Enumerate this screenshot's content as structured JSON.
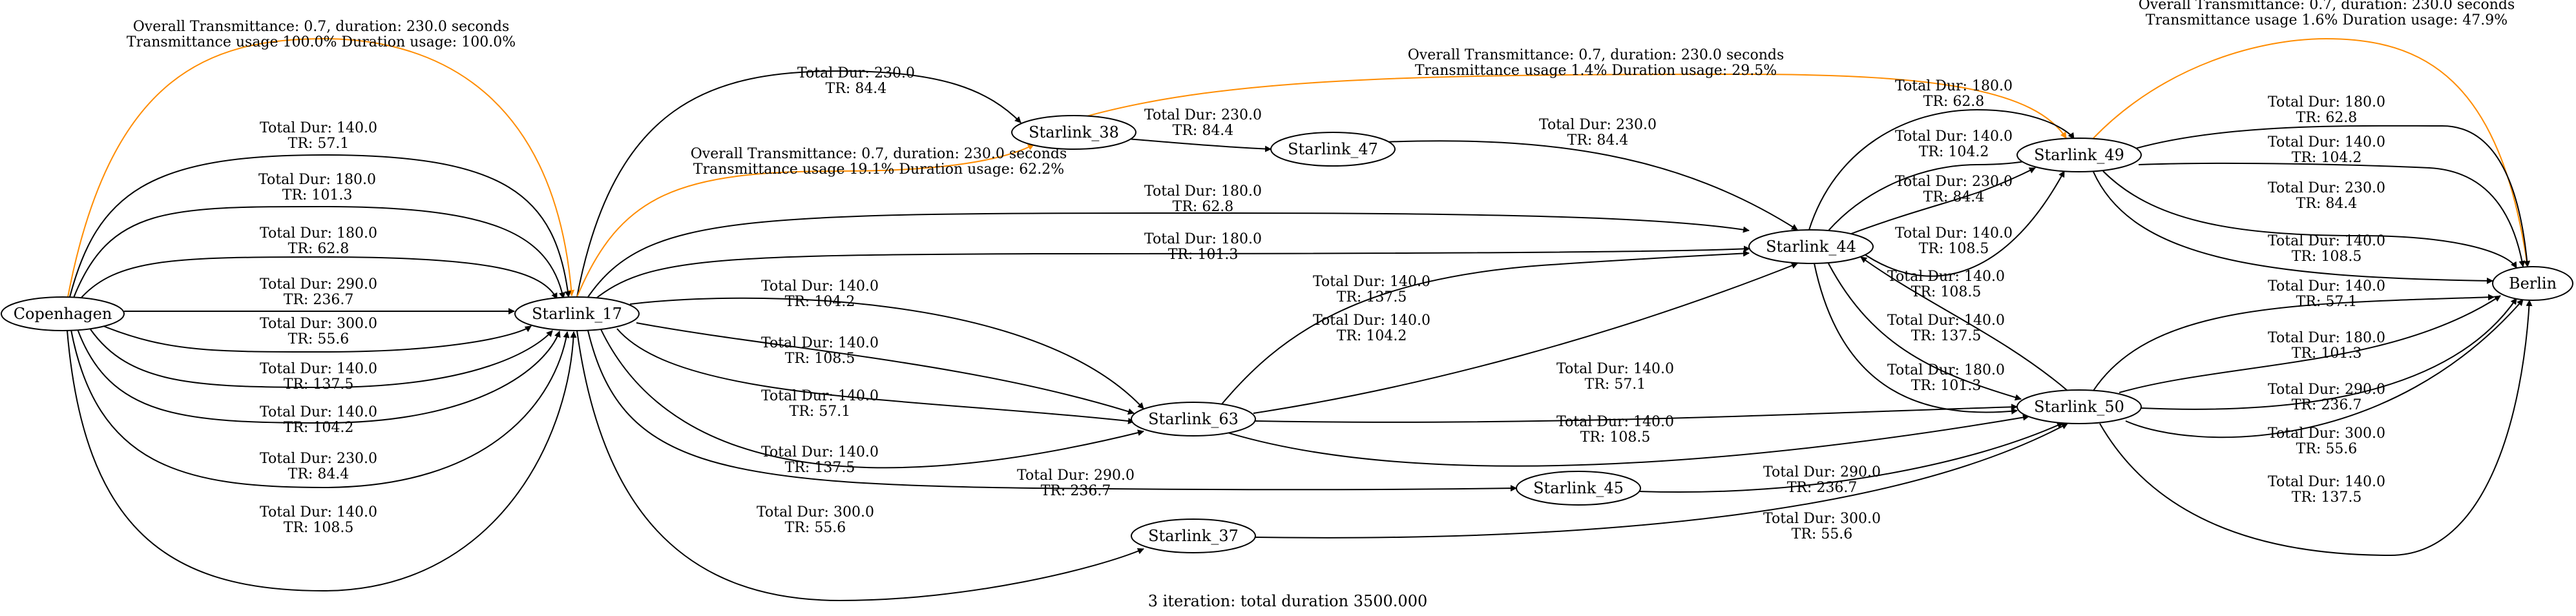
{
  "caption": "3 iteration: total duration 3500.000",
  "colors": {
    "edge": "#000000",
    "path": "#ff8c00",
    "node_fill": "#ffffff"
  },
  "nodes": [
    {
      "id": "Copenhagen",
      "label": "Copenhagen"
    },
    {
      "id": "Starlink_17",
      "label": "Starlink_17"
    },
    {
      "id": "Starlink_38",
      "label": "Starlink_38"
    },
    {
      "id": "Starlink_47",
      "label": "Starlink_47"
    },
    {
      "id": "Starlink_63",
      "label": "Starlink_63"
    },
    {
      "id": "Starlink_45",
      "label": "Starlink_45"
    },
    {
      "id": "Starlink_37",
      "label": "Starlink_37"
    },
    {
      "id": "Starlink_44",
      "label": "Starlink_44"
    },
    {
      "id": "Starlink_49",
      "label": "Starlink_49"
    },
    {
      "id": "Starlink_50",
      "label": "Starlink_50"
    },
    {
      "id": "Berlin",
      "label": "Berlin"
    }
  ],
  "edges": [
    {
      "from": "Copenhagen",
      "to": "Starlink_17",
      "highlight": true,
      "lines": [
        "Overall Transmittance: 0.7, duration: 230.0 seconds",
        "Transmittance usage 100.0% Duration usage: 100.0%"
      ]
    },
    {
      "from": "Copenhagen",
      "to": "Starlink_17",
      "highlight": false,
      "lines": [
        "Total Dur: 140.0",
        "TR: 57.1"
      ]
    },
    {
      "from": "Copenhagen",
      "to": "Starlink_17",
      "highlight": false,
      "lines": [
        "Total Dur: 180.0",
        "TR: 101.3"
      ]
    },
    {
      "from": "Copenhagen",
      "to": "Starlink_17",
      "highlight": false,
      "lines": [
        "Total Dur: 180.0",
        "TR: 62.8"
      ]
    },
    {
      "from": "Copenhagen",
      "to": "Starlink_17",
      "highlight": false,
      "lines": [
        "Total Dur: 290.0",
        "TR: 236.7"
      ]
    },
    {
      "from": "Copenhagen",
      "to": "Starlink_17",
      "highlight": false,
      "lines": [
        "Total Dur: 300.0",
        "TR: 55.6"
      ]
    },
    {
      "from": "Copenhagen",
      "to": "Starlink_17",
      "highlight": false,
      "lines": [
        "Total Dur: 140.0",
        "TR: 137.5"
      ]
    },
    {
      "from": "Copenhagen",
      "to": "Starlink_17",
      "highlight": false,
      "lines": [
        "Total Dur: 140.0",
        "TR: 104.2"
      ]
    },
    {
      "from": "Copenhagen",
      "to": "Starlink_17",
      "highlight": false,
      "lines": [
        "Total Dur: 230.0",
        "TR: 84.4"
      ]
    },
    {
      "from": "Copenhagen",
      "to": "Starlink_17",
      "highlight": false,
      "lines": [
        "Total Dur: 140.0",
        "TR: 108.5"
      ]
    },
    {
      "from": "Starlink_17",
      "to": "Starlink_38",
      "highlight": false,
      "lines": [
        "Total Dur: 230.0",
        "TR: 84.4"
      ]
    },
    {
      "from": "Starlink_17",
      "to": "Starlink_38",
      "highlight": true,
      "lines": [
        "Overall Transmittance: 0.7, duration: 230.0 seconds",
        "Transmittance usage 19.1% Duration usage: 62.2%"
      ]
    },
    {
      "from": "Starlink_38",
      "to": "Starlink_47",
      "highlight": false,
      "lines": [
        "Total Dur: 230.0",
        "TR: 84.4"
      ]
    },
    {
      "from": "Starlink_38",
      "to": "Starlink_49",
      "highlight": true,
      "lines": [
        "Overall Transmittance: 0.7, duration: 230.0 seconds",
        "Transmittance usage 1.4% Duration usage: 29.5%"
      ]
    },
    {
      "from": "Starlink_47",
      "to": "Starlink_44",
      "highlight": false,
      "lines": [
        "Total Dur: 230.0",
        "TR: 84.4"
      ]
    },
    {
      "from": "Starlink_17",
      "to": "Starlink_44",
      "highlight": false,
      "lines": [
        "Total Dur: 180.0",
        "TR: 62.8"
      ]
    },
    {
      "from": "Starlink_17",
      "to": "Starlink_44",
      "highlight": false,
      "lines": [
        "Total Dur: 180.0",
        "TR: 101.3"
      ]
    },
    {
      "from": "Starlink_17",
      "to": "Starlink_63",
      "highlight": false,
      "lines": [
        "Total Dur: 140.0",
        "TR: 104.2"
      ]
    },
    {
      "from": "Starlink_17",
      "to": "Starlink_63",
      "highlight": false,
      "lines": [
        "Total Dur: 140.0",
        "TR: 108.5"
      ]
    },
    {
      "from": "Starlink_17",
      "to": "Starlink_63",
      "highlight": false,
      "lines": [
        "Total Dur: 140.0",
        "TR: 57.1"
      ]
    },
    {
      "from": "Starlink_17",
      "to": "Starlink_63",
      "highlight": false,
      "lines": [
        "Total Dur: 140.0",
        "TR: 137.5"
      ]
    },
    {
      "from": "Starlink_17",
      "to": "Starlink_45",
      "highlight": false,
      "lines": [
        "Total Dur: 290.0",
        "TR: 236.7"
      ]
    },
    {
      "from": "Starlink_17",
      "to": "Starlink_37",
      "highlight": false,
      "lines": [
        "Total Dur: 300.0",
        "TR: 55.6"
      ]
    },
    {
      "from": "Starlink_63",
      "to": "Starlink_44",
      "highlight": false,
      "lines": [
        "Total Dur: 140.0",
        "TR: 137.5"
      ]
    },
    {
      "from": "Starlink_63",
      "to": "Starlink_44",
      "highlight": false,
      "lines": [
        "Total Dur: 140.0",
        "TR: 104.2"
      ]
    },
    {
      "from": "Starlink_63",
      "to": "Starlink_50",
      "highlight": false,
      "lines": [
        "Total Dur: 140.0",
        "TR: 57.1"
      ]
    },
    {
      "from": "Starlink_63",
      "to": "Starlink_50",
      "highlight": false,
      "lines": [
        "Total Dur: 140.0",
        "TR: 108.5"
      ]
    },
    {
      "from": "Starlink_45",
      "to": "Starlink_50",
      "highlight": false,
      "lines": [
        "Total Dur: 290.0",
        "TR: 236.7"
      ]
    },
    {
      "from": "Starlink_37",
      "to": "Starlink_50",
      "highlight": false,
      "lines": [
        "Total Dur: 300.0",
        "TR: 55.6"
      ]
    },
    {
      "from": "Starlink_44",
      "to": "Starlink_49",
      "highlight": false,
      "lines": [
        "Total Dur: 180.0",
        "TR: 62.8"
      ]
    },
    {
      "from": "Starlink_44",
      "to": "Starlink_49",
      "highlight": false,
      "lines": [
        "Total Dur: 140.0",
        "TR: 104.2"
      ]
    },
    {
      "from": "Starlink_44",
      "to": "Starlink_49",
      "highlight": false,
      "lines": [
        "Total Dur: 230.0",
        "TR: 84.4"
      ]
    },
    {
      "from": "Starlink_44",
      "to": "Starlink_49",
      "highlight": false,
      "lines": [
        "Total Dur: 140.0",
        "TR: 108.5"
      ]
    },
    {
      "from": "Starlink_50",
      "to": "Starlink_44",
      "highlight": false,
      "lines": [
        "Total Dur: 140.0",
        "TR: 108.5"
      ]
    },
    {
      "from": "Starlink_44",
      "to": "Starlink_50",
      "highlight": false,
      "lines": [
        "Total Dur: 140.0",
        "TR: 137.5"
      ]
    },
    {
      "from": "Starlink_44",
      "to": "Starlink_50",
      "highlight": false,
      "lines": [
        "Total Dur: 180.0",
        "TR: 101.3"
      ]
    },
    {
      "from": "Starlink_49",
      "to": "Berlin",
      "highlight": true,
      "lines": [
        "Overall Transmittance: 0.7, duration: 230.0 seconds",
        "Transmittance usage 1.6% Duration usage: 47.9%"
      ]
    },
    {
      "from": "Starlink_49",
      "to": "Berlin",
      "highlight": false,
      "lines": [
        "Total Dur: 180.0",
        "TR: 62.8"
      ]
    },
    {
      "from": "Starlink_49",
      "to": "Berlin",
      "highlight": false,
      "lines": [
        "Total Dur: 140.0",
        "TR: 104.2"
      ]
    },
    {
      "from": "Starlink_49",
      "to": "Berlin",
      "highlight": false,
      "lines": [
        "Total Dur: 230.0",
        "TR: 84.4"
      ]
    },
    {
      "from": "Starlink_49",
      "to": "Berlin",
      "highlight": false,
      "lines": [
        "Total Dur: 140.0",
        "TR: 108.5"
      ]
    },
    {
      "from": "Starlink_50",
      "to": "Berlin",
      "highlight": false,
      "lines": [
        "Total Dur: 140.0",
        "TR: 57.1"
      ]
    },
    {
      "from": "Starlink_50",
      "to": "Berlin",
      "highlight": false,
      "lines": [
        "Total Dur: 180.0",
        "TR: 101.3"
      ]
    },
    {
      "from": "Starlink_50",
      "to": "Berlin",
      "highlight": false,
      "lines": [
        "Total Dur: 290.0",
        "TR: 236.7"
      ]
    },
    {
      "from": "Starlink_50",
      "to": "Berlin",
      "highlight": false,
      "lines": [
        "Total Dur: 300.0",
        "TR: 55.6"
      ]
    },
    {
      "from": "Starlink_50",
      "to": "Berlin",
      "highlight": false,
      "lines": [
        "Total Dur: 140.0",
        "TR: 137.5"
      ]
    }
  ]
}
